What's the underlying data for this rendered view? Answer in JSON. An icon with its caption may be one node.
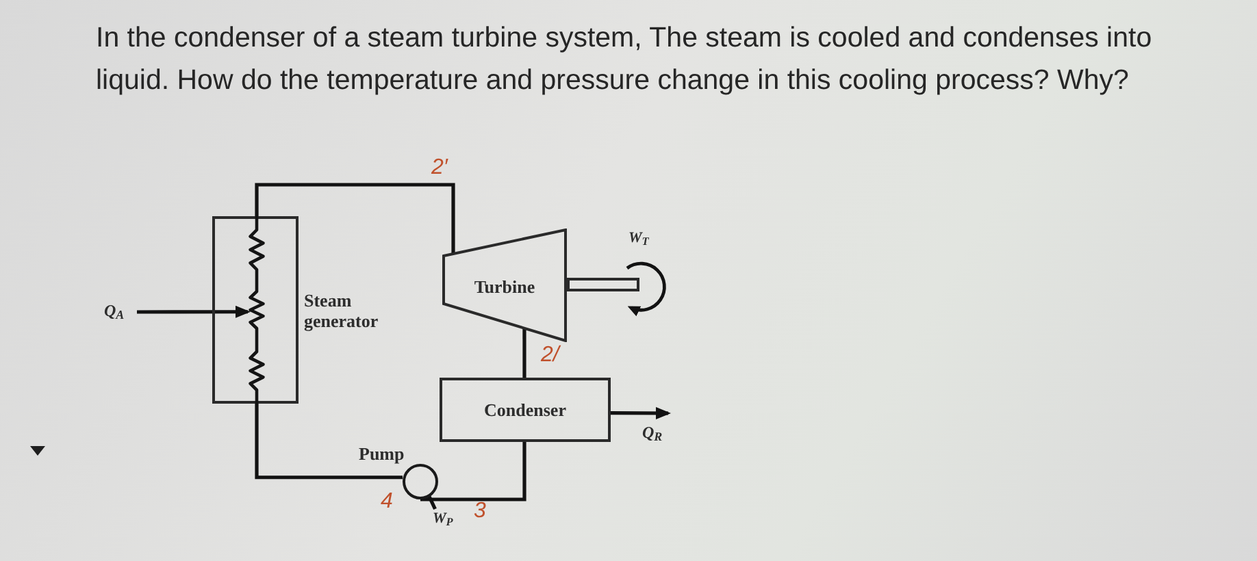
{
  "diagram": {
    "title": "In the condenser of a steam turbine system, The steam is cooled and condenses into liquid. How do the temperature and pressure change in this cooling process? Why?",
    "nodes": [
      {
        "text": [],
        "shape": "box",
        "beside": [
          "Steam generator"
        ]
      },
      {
        "text": [],
        "shape": "coil",
        "in": 0
      },
      {
        "text": [
          "Turbine"
        ]
      },
      {
        "text": [
          "Condenser"
        ]
      },
      {
        "text": [],
        "shape": "circle",
        "beside": [
          "Pump"
        ]
      },
      {
        "text": [
          "W$_{P}$"
        ]
      }
    ],
    "edges": [
      {
        "from": null,
        "to": 1,
        "arrow": "to",
        "label": "Q$_{A}$"
      },
      {
        "from": 1,
        "to": 2,
        "arrow": "none"
      },
      {
        "from": 2,
        "to": 3,
        "arrow": "none"
      },
      {
        "from": 3,
        "to": 4,
        "arrow": "none"
      },
      {
        "from": 4,
        "to": 1,
        "arrow": "none"
      },
      {
        "from": 5,
        "to": 4,
        "arrow": "none"
      },
      {
        "from": 3,
        "to": null,
        "arrow": "to",
        "label": "Q$_{R}$"
      }
    ],
    "labels": [
      "2′",
      "W$_{T}$",
      "2/",
      "4",
      "3"
    ]
  }
}
